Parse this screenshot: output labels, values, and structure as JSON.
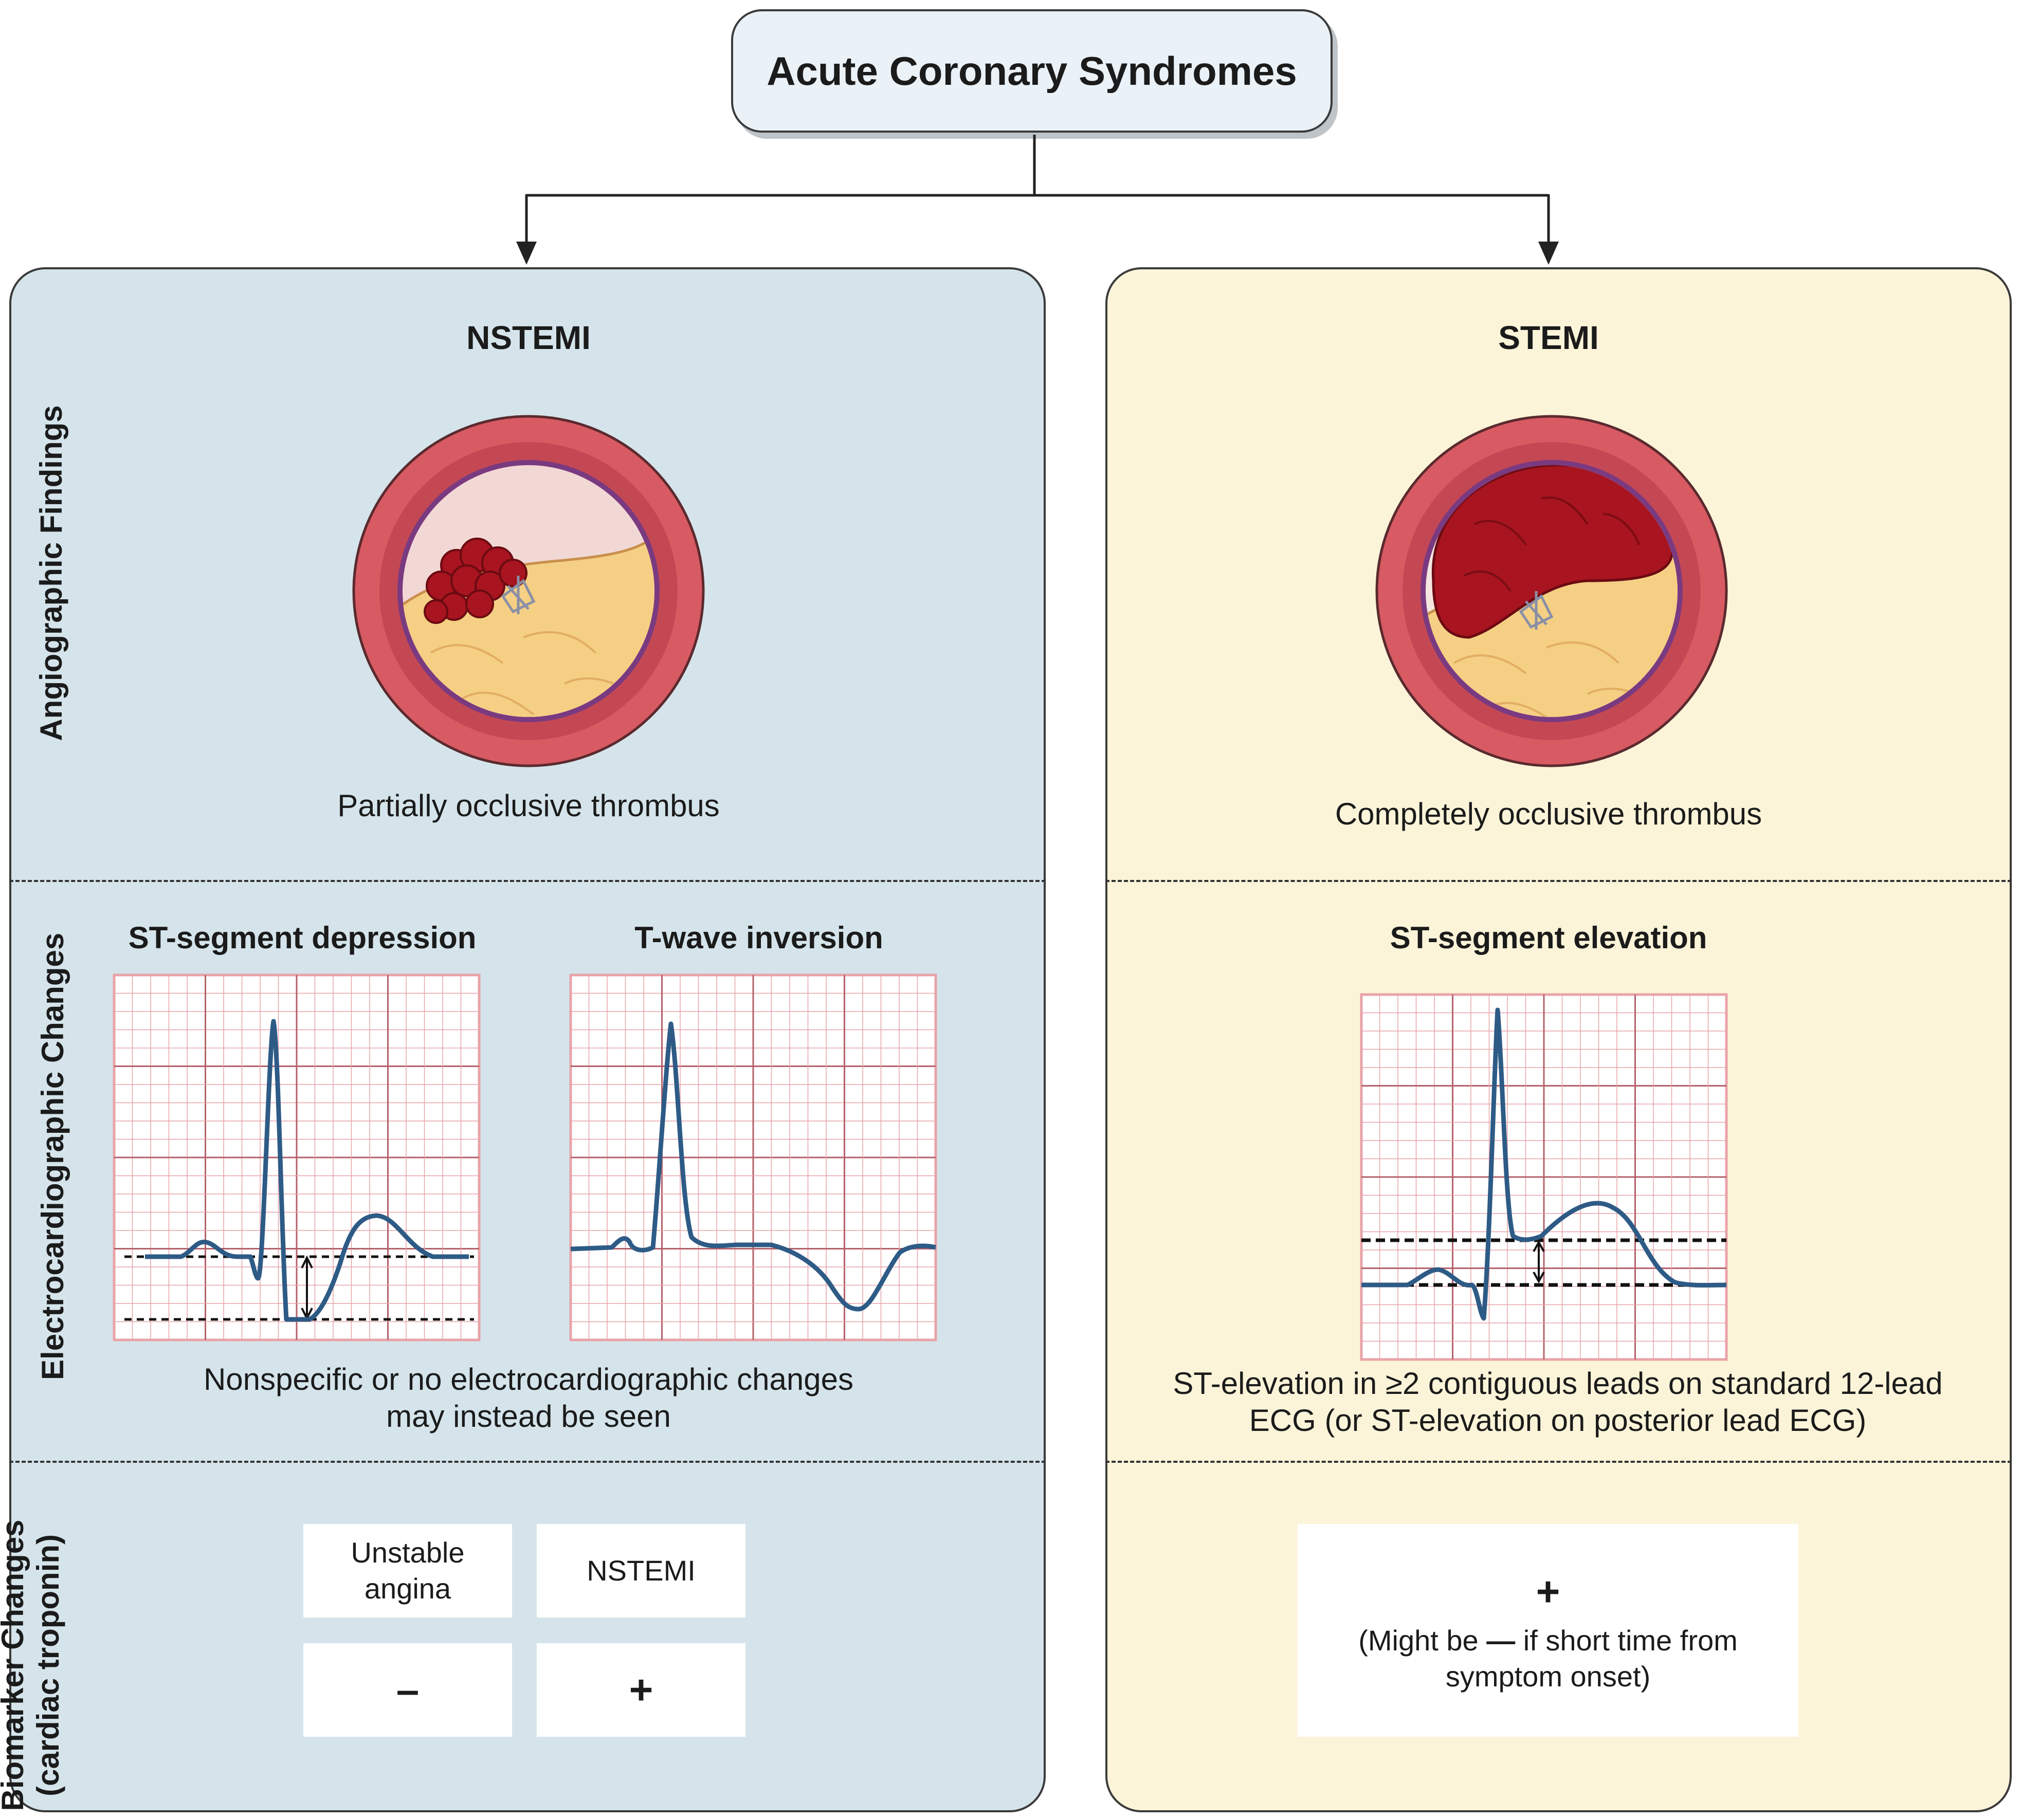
{
  "title": "Acute Coronary Syndromes",
  "row_labels": {
    "angiographic": "Angiographic Findings",
    "ecg": "Electrocardiographic Changes",
    "biomarker_line1": "Biomarker Changes",
    "biomarker_line2": "(cardiac troponin)"
  },
  "nstemi": {
    "title": "NSTEMI",
    "angiographic_caption": "Partially occlusive thrombus",
    "ecg_left_title": "ST-segment depression",
    "ecg_right_title": "T-wave inversion",
    "ecg_caption_line1": "Nonspecific or no electrocardiographic changes",
    "ecg_caption_line2": "may instead be seen",
    "biomarker": {
      "col1_header_line1": "Unstable",
      "col1_header_line2": "angina",
      "col2_header": "NSTEMI",
      "col1_value": "–",
      "col2_value": "+"
    }
  },
  "stemi": {
    "title": "STEMI",
    "angiographic_caption": "Completely occlusive thrombus",
    "ecg_title": "ST-segment elevation",
    "ecg_caption_line1": "ST-elevation in ≥2 contiguous leads on standard 12-lead",
    "ecg_caption_line2": "ECG (or ST-elevation on posterior lead ECG)",
    "biomarker": {
      "value": "+",
      "note_line1_prefix": "(Might be ",
      "note_line1_sign": "—",
      "note_line1_suffix": " if short time from",
      "note_line2": "symptom onset)"
    }
  },
  "colors": {
    "nstemi_panel": "#d5e4eb",
    "stemi_panel": "#fcf4d9",
    "ecg_trace": "#2e5b86",
    "ecg_grid": "#e8a3a8",
    "vessel_wall": "#d25a62",
    "plaque": "#f5d58a",
    "thrombus": "#a8141f"
  }
}
